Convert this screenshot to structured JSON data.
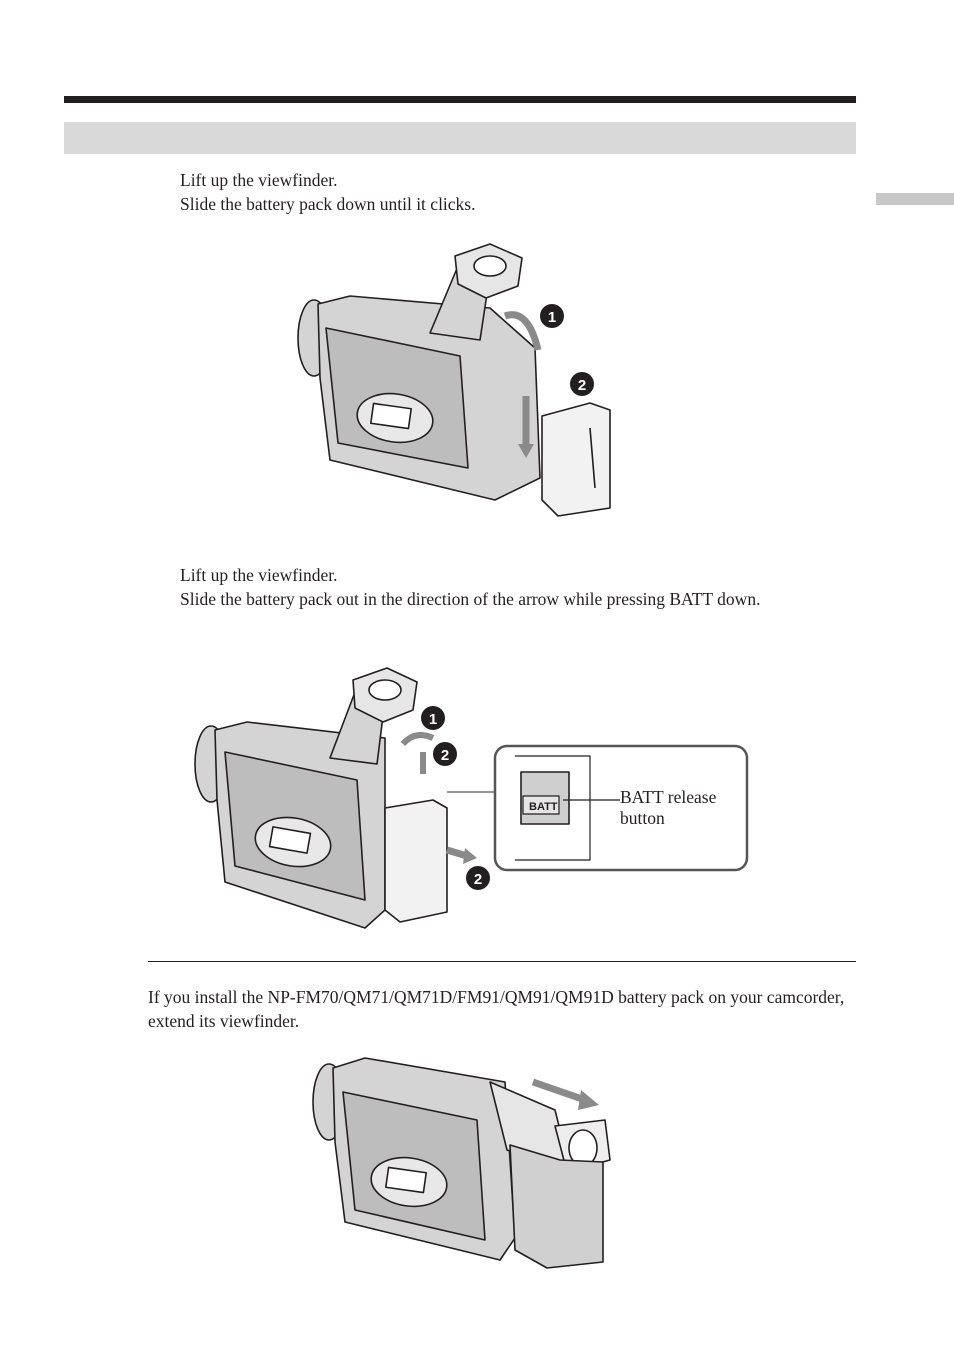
{
  "section1": {
    "steps": [
      "Lift up the viewfinder.",
      "Slide the battery pack down until it clicks."
    ]
  },
  "section2": {
    "steps": [
      "Lift up the viewfinder.",
      "Slide the battery pack out in the direction of the arrow while pressing BATT down."
    ],
    "callout_tag": "BATT",
    "callout_label": "BATT release button"
  },
  "note": {
    "text": "If you install the NP-FM70/QM71/QM71D/FM91/QM91/QM91D battery pack on your camcorder, extend its viewfinder."
  },
  "step_markers": [
    "1",
    "2"
  ]
}
